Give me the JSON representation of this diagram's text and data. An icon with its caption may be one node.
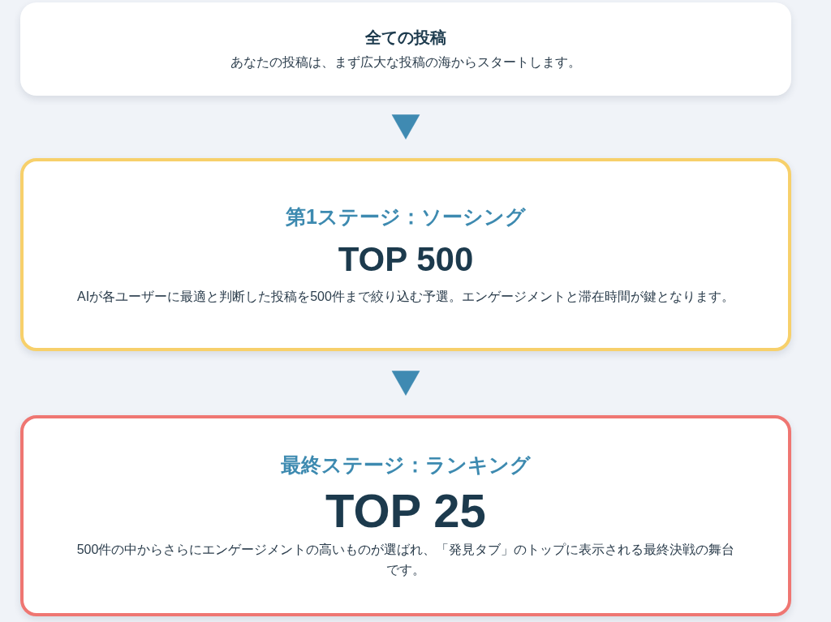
{
  "diagram": {
    "nodes": [
      {
        "text": [
          "全ての投稿",
          "あなたの投稿は、まず広大な投稿の海からスタートします。"
        ]
      },
      {
        "text": [
          "第1ステージ：ソーシング",
          "TOP 500",
          "AIが各ユーザーに最適と判断した投稿を500件まで絞り込む予選。エンゲージメントと滞在時間が鍵となります。"
        ]
      },
      {
        "text": [
          "最終ステージ：ランキング",
          "TOP 25",
          "500件の中からさらにエンゲージメントの高いものが選ばれ、「発見タブ」のトップに表示される最終決戦の舞台です。"
        ]
      }
    ],
    "edges": [
      {
        "from": 0,
        "to": 1,
        "arrow": "to"
      },
      {
        "from": 1,
        "to": 2,
        "arrow": "to"
      }
    ]
  }
}
